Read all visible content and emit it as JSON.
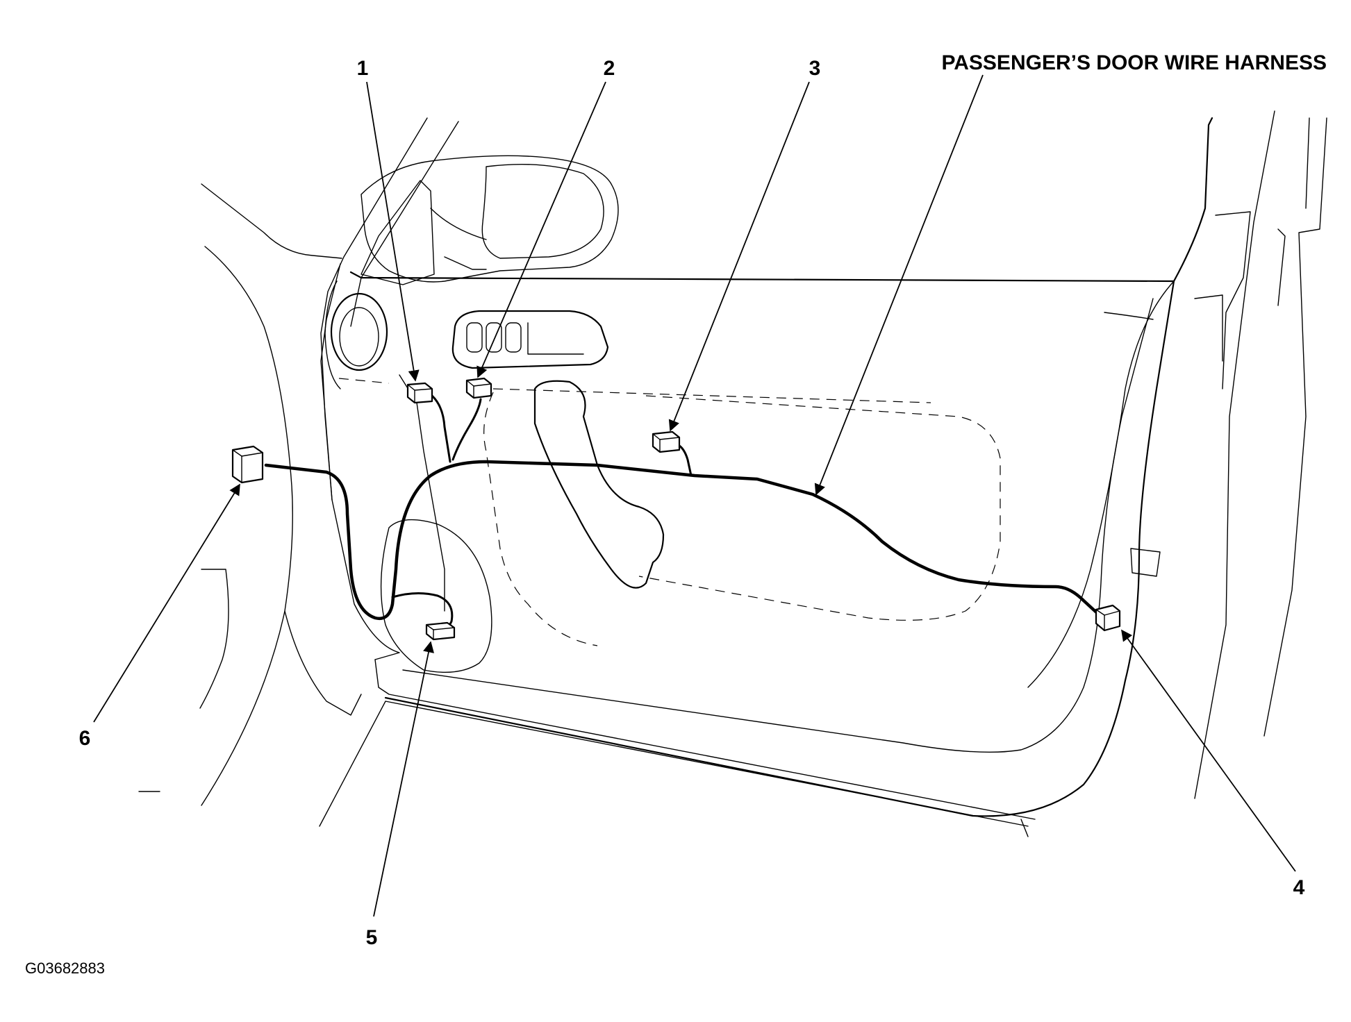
{
  "diagram": {
    "title": "PASSENGER’S DOOR WIRE HARNESS",
    "figure_id": "G03682883",
    "callouts": [
      {
        "number": "1"
      },
      {
        "number": "2"
      },
      {
        "number": "3"
      },
      {
        "number": "4"
      },
      {
        "number": "5"
      },
      {
        "number": "6"
      }
    ]
  }
}
